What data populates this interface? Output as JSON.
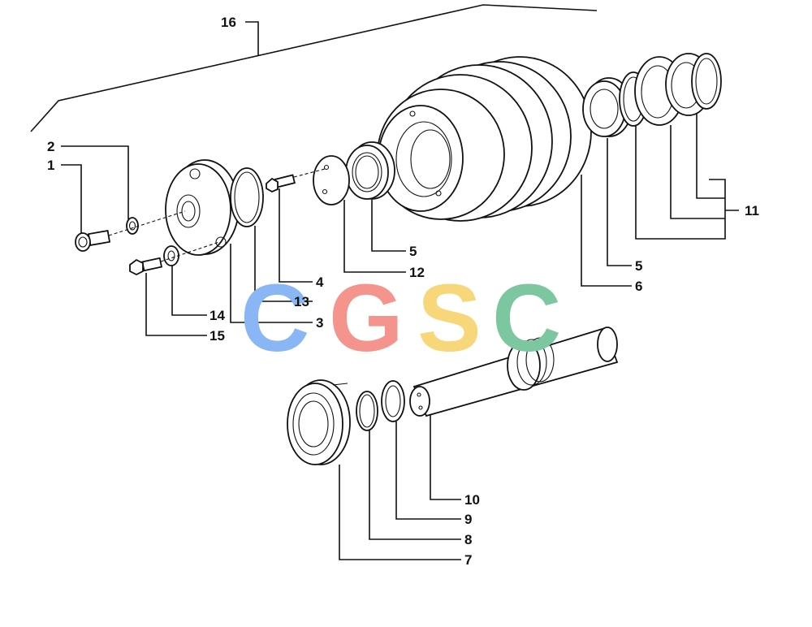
{
  "callouts": {
    "c1": "1",
    "c2": "2",
    "c3": "3",
    "c4": "4",
    "c5a": "5",
    "c5b": "5",
    "c6": "6",
    "c7": "7",
    "c8": "8",
    "c9": "9",
    "c10": "10",
    "c11": "11",
    "c12": "12",
    "c13": "13",
    "c14": "14",
    "c15": "15",
    "c16": "16"
  },
  "watermark": {
    "letters": [
      "C",
      "G",
      "S",
      "C"
    ],
    "colors": [
      "#8ab6f5",
      "#f4948c",
      "#f8d77a",
      "#7cc6a0"
    ]
  }
}
